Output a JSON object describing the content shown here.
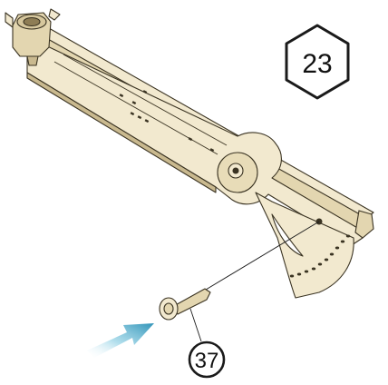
{
  "step": {
    "number": "23"
  },
  "callouts": [
    {
      "number": "37",
      "part": "peg"
    }
  ],
  "colors": {
    "wood_light": "#f2e9cf",
    "wood_mid": "#e3d6b0",
    "wood_dark": "#c9b98f",
    "outline": "#3a3322",
    "arrow": "#3f9fc0",
    "badge_stroke": "#1a1a1a"
  },
  "icons": {
    "step_badge": "hexagon-icon",
    "callout": "circle-icon",
    "direction": "insert-arrow-icon"
  }
}
